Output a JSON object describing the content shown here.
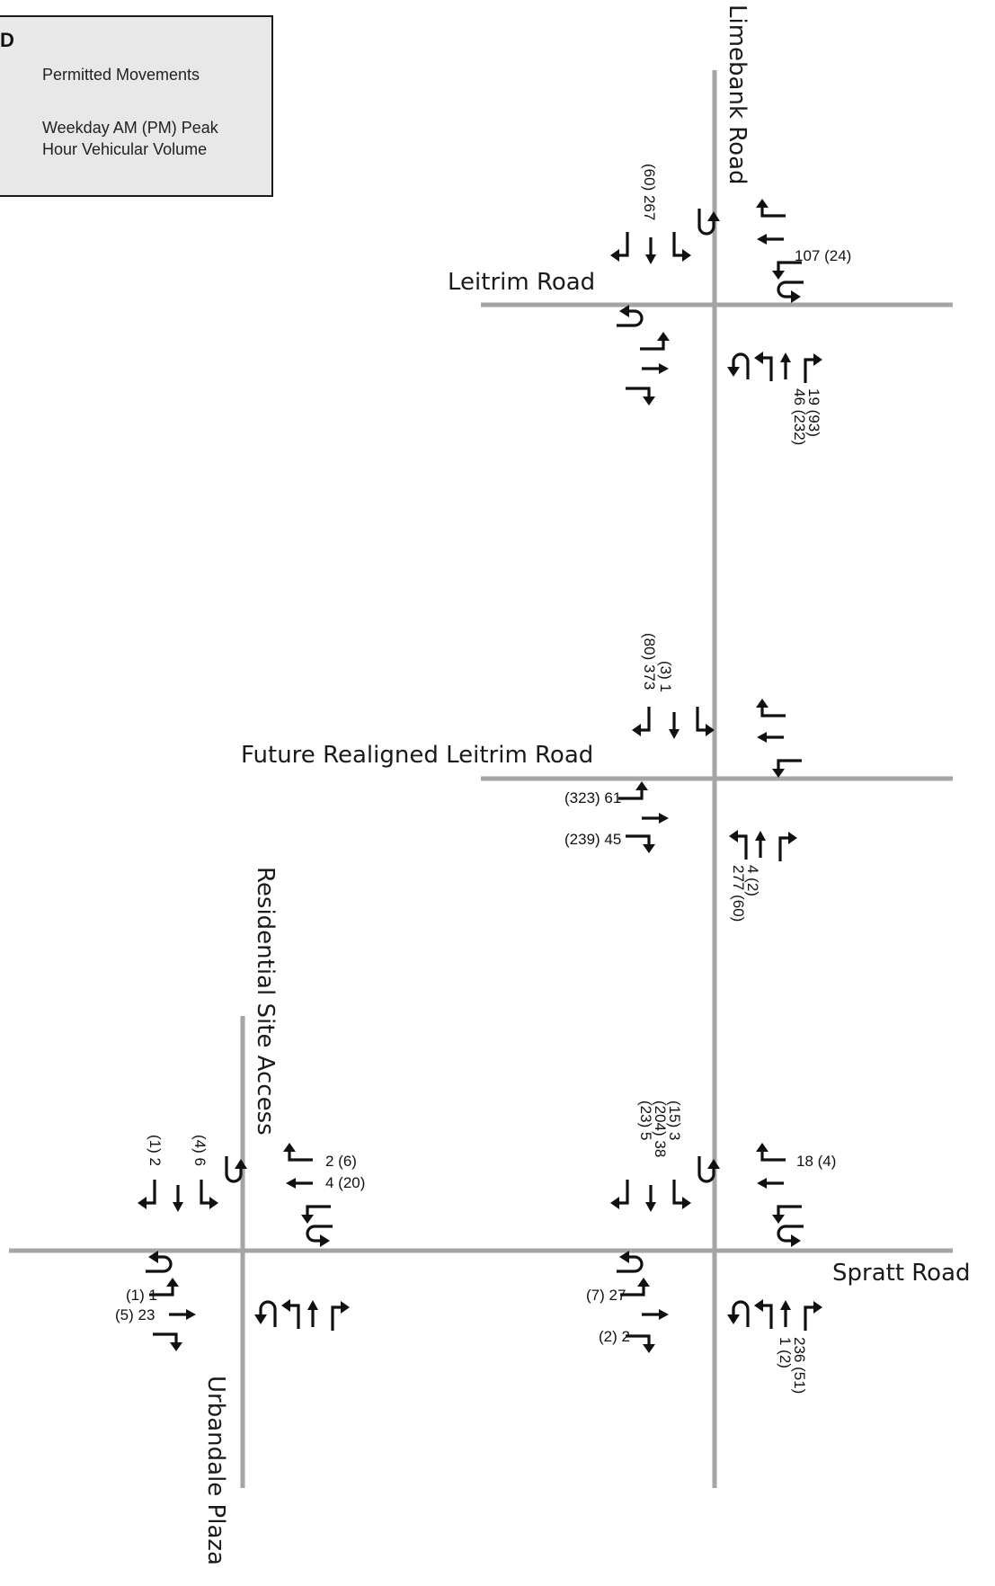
{
  "legend": {
    "heading": "D",
    "permitted": "Permitted Movements",
    "volume_line1": "Weekday AM (PM) Peak",
    "volume_line2": "Hour Vehicular Volume"
  },
  "roads": {
    "limebank": "Limebank Road",
    "leitrim": "Leitrim Road",
    "future_leitrim": "Future Realigned Leitrim Road",
    "residential": "Residential Site Access",
    "spratt": "Spratt Road",
    "urbandale": "Urbandale Plaza"
  },
  "volumes": {
    "leitrim_sb_through": "(60) 267",
    "leitrim_wb_left": "107 (24)",
    "leitrim_nb_right": "19 (93)",
    "leitrim_nb_through": "46 (232)",
    "future_sb_right": "(80) 373",
    "future_sb_through": "(3) 1",
    "future_eb_left": "(323) 61",
    "future_eb_right": "(239) 45",
    "future_nb_right": "4 (2)",
    "future_nb_through": "277 (60)",
    "res_sb_right": "(1) 2",
    "res_sb_left": "(4) 6",
    "res_wb_right": "2 (6)",
    "res_wb_through": "4 (20)",
    "res_eb_left": "(1) 1",
    "res_eb_through": "(5) 23",
    "spr_sb_left": "(15) 3",
    "spr_sb_through": "(204) 38",
    "spr_sb_right": "(23) 5",
    "spr_wb_right": "18 (4)",
    "spr_eb_left": "(7) 27",
    "spr_eb_right": "(2) 2",
    "spr_nb_through": "236 (51)",
    "spr_nb_right": "1 (2)"
  },
  "colors": {
    "road": "#a5a5a6",
    "arrow": "#111111",
    "legend_fill": "#e8e8e8"
  }
}
